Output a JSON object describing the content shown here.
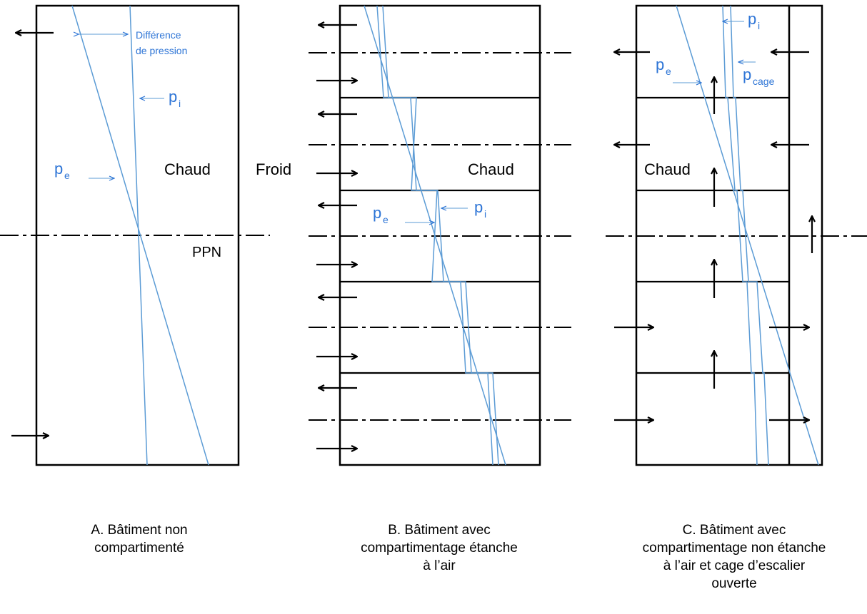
{
  "colors": {
    "outline": "#000000",
    "pressure": "#2E75D6",
    "background": "#ffffff"
  },
  "panel_a": {
    "difference_line1": "Différence",
    "difference_line2": "de pression",
    "p": "p",
    "sub_i": "i",
    "sub_e": "e",
    "chaud": "Chaud",
    "ppn": "PPN",
    "caption_line1": "A. Bâtiment non",
    "caption_line2": "compartimenté"
  },
  "panel_b": {
    "froid": "Froid",
    "chaud": "Chaud",
    "p": "p",
    "sub_i": "i",
    "sub_e": "e",
    "caption_line1": "B. Bâtiment avec",
    "caption_line2": "compartimentage étanche",
    "caption_line3": "à l’air"
  },
  "panel_c": {
    "chaud": "Chaud",
    "p": "p",
    "sub_i": "i",
    "sub_e": "e",
    "sub_cage": "cage",
    "caption_line1": "C. Bâtiment avec",
    "caption_line2": "compartimentage non étanche",
    "caption_line3": "à l’air et cage d’escalier",
    "caption_line4": "ouverte"
  }
}
